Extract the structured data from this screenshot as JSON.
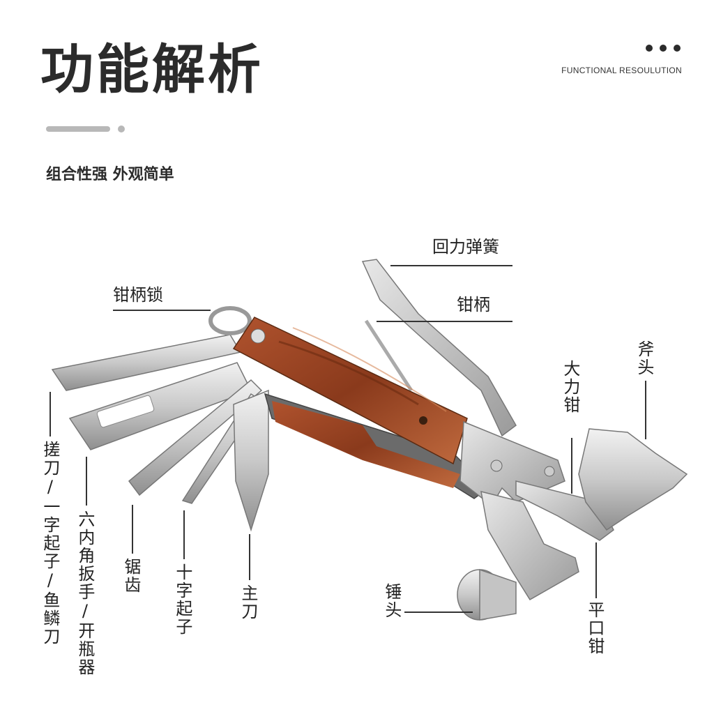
{
  "header": {
    "title": "功能解析",
    "english": "FUNCTIONAL RESOULUTION",
    "subtitle": "组合性强 外观简单"
  },
  "labels": {
    "spring": "回力弹簧",
    "plier_handle": "钳柄",
    "handle_lock": "钳柄锁",
    "axe_head": "斧头",
    "vise_pliers": "大力钳",
    "file": "搓刀/一字起子/鱼鳞刀",
    "hex_wrench": "六内角扳手/开瓶器",
    "saw": "锯齿",
    "phillips": "十字起子",
    "main_blade": "主刀",
    "hammer": "锤头",
    "flat_pliers": "平口钳"
  }
}
